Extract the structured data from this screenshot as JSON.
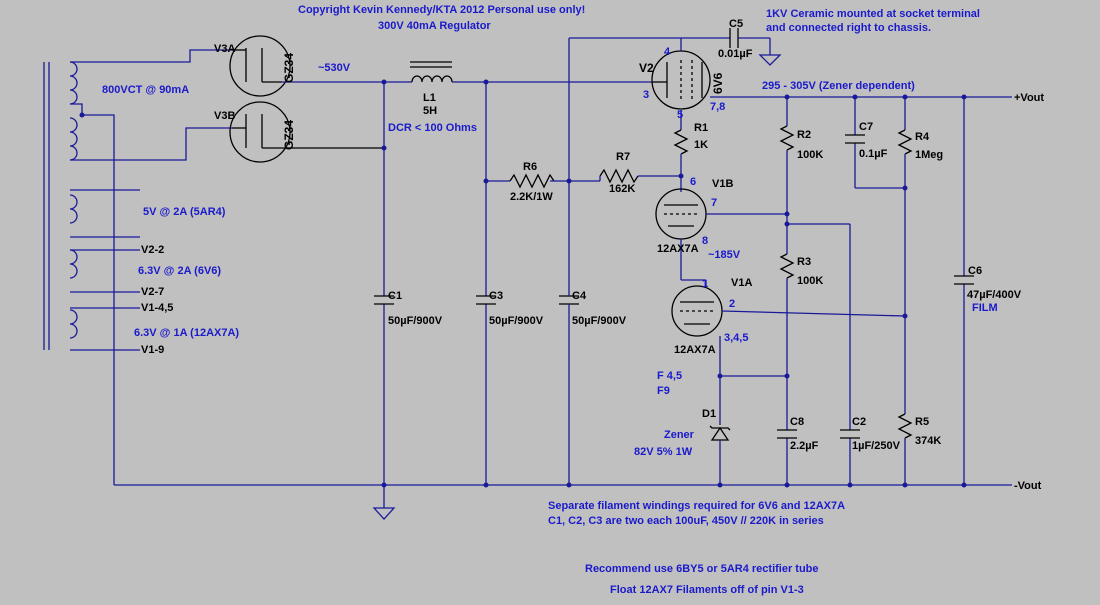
{
  "notes": {
    "copyright": "Copyright Kevin Kennedy/KTA 2012 Personal use only!",
    "subtitle": "300V 40mA Regulator",
    "c5_note_1": "1KV Ceramic mounted at socket terminal",
    "c5_note_2": "and connected right to chassis.",
    "vout_range": "295 - 305V (Zener dependent)",
    "bottom_1": "Separate filament windings required for 6V6 and 12AX7A",
    "bottom_2": "C1, C2, C3 are two each 100uF, 450V // 220K in series",
    "bottom_3": "Recommend use 6BY5 or 5AR4 rectifier tube",
    "bottom_4": "Float 12AX7 Filaments off of pin V1-3"
  },
  "transformer": {
    "hv": "800VCT @ 90mA",
    "w1": "5V @ 2A (5AR4)",
    "w2": "6.3V @ 2A (6V6)",
    "w3": "6.3V @ 1A (12AX7A)",
    "n_v22": "V2-2",
    "n_v27": "V2-7",
    "n_v145": "V1-4,5",
    "n_v19": "V1-9"
  },
  "rectifier": {
    "v3a": "V3A",
    "v3b": "V3B",
    "tube": "GZ34",
    "raw_voltage": "~530V"
  },
  "choke": {
    "ref": "L1",
    "value": "5H",
    "dcr": "DCR < 100 Ohms"
  },
  "caps": {
    "c1_ref": "C1",
    "c1_val": "50µF/900V",
    "c3_ref": "C3",
    "c3_val": "50µF/900V",
    "c4_ref": "C4",
    "c4_val": "50µF/900V",
    "c5_ref": "C5",
    "c5_val": "0.01µF",
    "c6_ref": "C6",
    "c6_val": "47µF/400V",
    "c6_type": "FILM",
    "c7_ref": "C7",
    "c7_val": "0.1µF",
    "c8_ref": "C8",
    "c8_val": "2.2µF",
    "c2_ref": "C2",
    "c2_val": "1µF/250V"
  },
  "resistors": {
    "r1_ref": "R1",
    "r1_val": "1K",
    "r2_ref": "R2",
    "r2_val": "100K",
    "r3_ref": "R3",
    "r3_val": "100K",
    "r4_ref": "R4",
    "r4_val": "1Meg",
    "r5_ref": "R5",
    "r5_val": "374K",
    "r6_ref": "R6",
    "r6_val": "2.2K/1W",
    "r7_ref": "R7",
    "r7_val": "162K"
  },
  "tubes": {
    "v2_ref": "V2",
    "v2_type": "6V6",
    "v2_pin4": "4",
    "v2_pin3": "3",
    "v2_pin5": "5",
    "v2_pin78": "7,8",
    "v1b_ref": "V1B",
    "v1_type": "12AX7A",
    "v1b_pin6": "6",
    "v1b_pin7": "7",
    "v1b_pin8": "8",
    "v1b_cathode_v": "~185V",
    "v1a_ref": "V1A",
    "v1a_pin1": "1",
    "v1a_pin2": "2",
    "v1a_pin345": "3,4,5",
    "v1a_fil_1": "F 4,5",
    "v1a_fil_2": "F9"
  },
  "zener": {
    "ref": "D1",
    "type": "Zener",
    "value": "82V 5% 1W"
  },
  "outputs": {
    "pos": "+Vout",
    "neg": "-Vout"
  }
}
